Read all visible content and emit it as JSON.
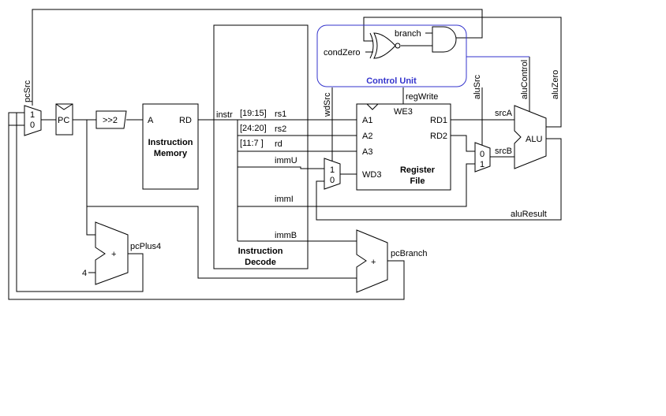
{
  "blocks": {
    "pc": "PC",
    "shift": ">>2",
    "imem_a": "A",
    "imem_rd": "RD",
    "imem_title1": "Instruction",
    "imem_title2": "Memory",
    "decode_title1": "Instruction",
    "decode_title2": "Decode",
    "rf_a1": "A1",
    "rf_a2": "A2",
    "rf_a3": "A3",
    "rf_wd3": "WD3",
    "rf_we3": "WE3",
    "rf_rd1": "RD1",
    "rf_rd2": "RD2",
    "rf_title1": "Register",
    "rf_title2": "File",
    "alu": "ALU",
    "control_unit": "Control Unit",
    "adder_plus": "+",
    "adder_branch_plus": "+",
    "const_four": "4"
  },
  "mux": {
    "pc_one": "1",
    "pc_zero": "0",
    "wd_one": "1",
    "wd_zero": "0",
    "alu_zero": "0",
    "alu_one": "1"
  },
  "signals": {
    "pcSrc": "pcSrc",
    "instr": "instr",
    "rs1_bits": "[19:15]",
    "rs1": "rs1",
    "rs2_bits": "[24:20]",
    "rs2": "rs2",
    "rd_bits": "[11:7 ]",
    "rd": "rd",
    "immU": "immU",
    "immI": "immI",
    "immB": "immB",
    "wdSrc": "wdSrc",
    "regWrite": "regWrite",
    "aluSrc": "aluSrc",
    "aluControl": "aluControl",
    "aluZero": "aluZero",
    "srcA": "srcA",
    "srcB": "srcB",
    "aluResult": "aluResult",
    "pcPlus4": "pcPlus4",
    "pcBranch": "pcBranch",
    "branch": "branch",
    "condZero": "condZero"
  },
  "colors": {
    "control_unit": "#3333cc",
    "wire": "#000000"
  }
}
